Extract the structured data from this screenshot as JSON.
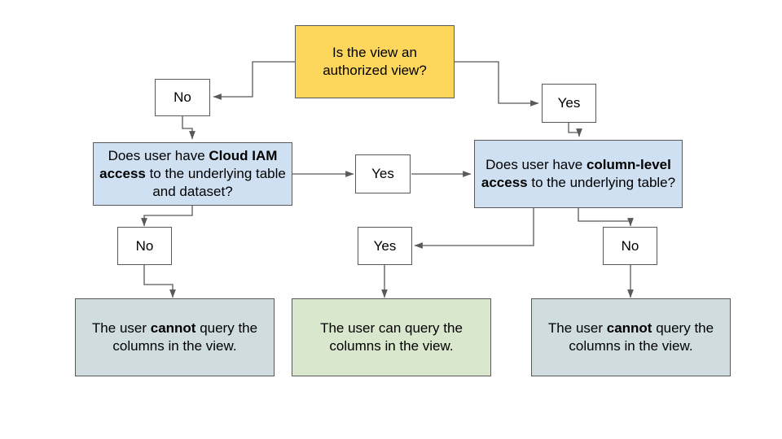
{
  "diagram": {
    "type": "flowchart",
    "title_text": "",
    "background": "#ffffff",
    "colors": {
      "root_decision_fill": "#fcd75b",
      "decision_fill": "#cfe0f2",
      "label_fill": "#ffffff",
      "deny_fill": "#cfdde0",
      "allow_fill": "#d9e8cd",
      "stroke": "#595959",
      "text": "#000000"
    },
    "nodes": {
      "root_question": {
        "line1": "Is the view an",
        "line2": "authorized view?"
      },
      "label_no_top": "No",
      "label_yes_top": "Yes",
      "iam_question": {
        "pre": "Does user have ",
        "bold": "Cloud IAM access",
        "post": " to the underlying table and dataset?"
      },
      "label_yes_mid": "Yes",
      "column_question": {
        "pre": "Does user have ",
        "bold": "column-level access",
        "post": " to the underlying table?"
      },
      "label_no_left": "No",
      "label_yes_bottom": "Yes",
      "label_no_right": "No",
      "result_deny_left": {
        "pre": "The user ",
        "bold": "cannot",
        "post": " query the columns in the view."
      },
      "result_allow": {
        "pre": "The user can query the columns in the view.",
        "bold": "",
        "post": ""
      },
      "result_deny_right": {
        "pre": "The user ",
        "bold": "cannot",
        "post": " query the columns in the view."
      }
    }
  }
}
